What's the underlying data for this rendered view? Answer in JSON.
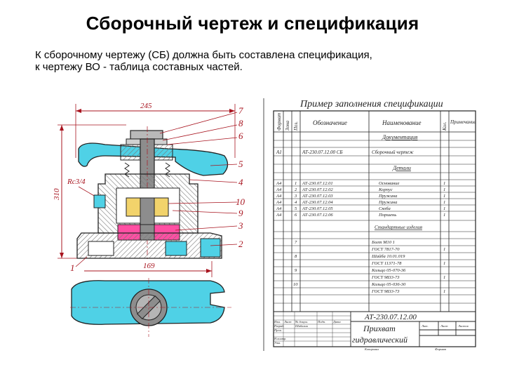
{
  "title": "Сборочный чертеж и спецификация",
  "subtitle_lines": [
    "К сборочному чертежу (СБ) должна быть составлена спецификация,",
    "к чертежу ВО - таблица составных частей."
  ],
  "drawing": {
    "dim_width": "245",
    "dim_height": "310",
    "dim_bottom": "169",
    "thread": "Rc3/4",
    "callouts": [
      "7",
      "8",
      "6",
      "5",
      "4",
      "10",
      "9",
      "3",
      "2",
      "1"
    ]
  },
  "spec": {
    "heading": "Пример заполнения спецификации",
    "col_headers": {
      "format": "Формат",
      "zone": "Зона",
      "pos": "Поз.",
      "designation": "Обозначение",
      "name": "Наименование",
      "qty": "Кол.",
      "note": "Примечание"
    },
    "sections": {
      "docs": "Документация",
      "parts": "Детали",
      "standard": "Стандартные изделия"
    },
    "doc_row": {
      "format": "А1",
      "designation": "АТ-230.07.12.00 СБ",
      "name": "Сборочный чертеж"
    },
    "parts": [
      {
        "format": "А4",
        "pos": "1",
        "designation": "АТ-230.07.12.01",
        "name": "Основание",
        "qty": "1"
      },
      {
        "format": "А4",
        "pos": "2",
        "designation": "АТ-230.07.12.02",
        "name": "Корпус",
        "qty": "1"
      },
      {
        "format": "А4",
        "pos": "3",
        "designation": "АТ-230.07.12.03",
        "name": "Пружина",
        "qty": "1"
      },
      {
        "format": "А4",
        "pos": "4",
        "designation": "АТ-230.07.12.04",
        "name": "Пружина",
        "qty": "1"
      },
      {
        "format": "А4",
        "pos": "5",
        "designation": "АТ-230.07.12.05",
        "name": "Скоба",
        "qty": "1"
      },
      {
        "format": "А4",
        "pos": "6",
        "designation": "АТ-230.07.12.06",
        "name": "Поршень",
        "qty": "1"
      }
    ],
    "standard": [
      {
        "pos": "7",
        "designation": "Болт М10 1",
        "qty": ""
      },
      {
        "pos": "",
        "designation": "ГОСТ 7817-70",
        "qty": "1"
      },
      {
        "pos": "8",
        "designation": "Шайба 10.01.019",
        "qty": ""
      },
      {
        "pos": "",
        "designation": "ГОСТ 11371-78",
        "qty": "1"
      },
      {
        "pos": "9",
        "designation": "Кольцо 05-070-36",
        "qty": ""
      },
      {
        "pos": "",
        "designation": "ГОСТ 9833-73",
        "qty": "1"
      },
      {
        "pos": "10",
        "designation": "Кольцо 05-036-30",
        "qty": ""
      },
      {
        "pos": "",
        "designation": "ГОСТ 9833-73",
        "qty": "1"
      }
    ],
    "stamp": {
      "doc_number": "АТ-230.07.12.00",
      "name_line1": "Прихват",
      "name_line2": "гидравлический",
      "cells": [
        "Изм.",
        "Лист",
        "№ докум.",
        "Подп.",
        "Дата",
        "Разраб.",
        "Шабалин",
        "Пров.",
        "Лит.",
        "Лист",
        "Листов",
        "Н.контр.",
        "Утв.",
        "Копировал",
        "Формат"
      ]
    }
  },
  "colors": {
    "part_blue": "#4fd1e6",
    "part_pink": "#ff4fa3",
    "part_yellow": "#f2d36b",
    "part_grey": "#8d8d8d",
    "dim_red": "#a8141f"
  }
}
